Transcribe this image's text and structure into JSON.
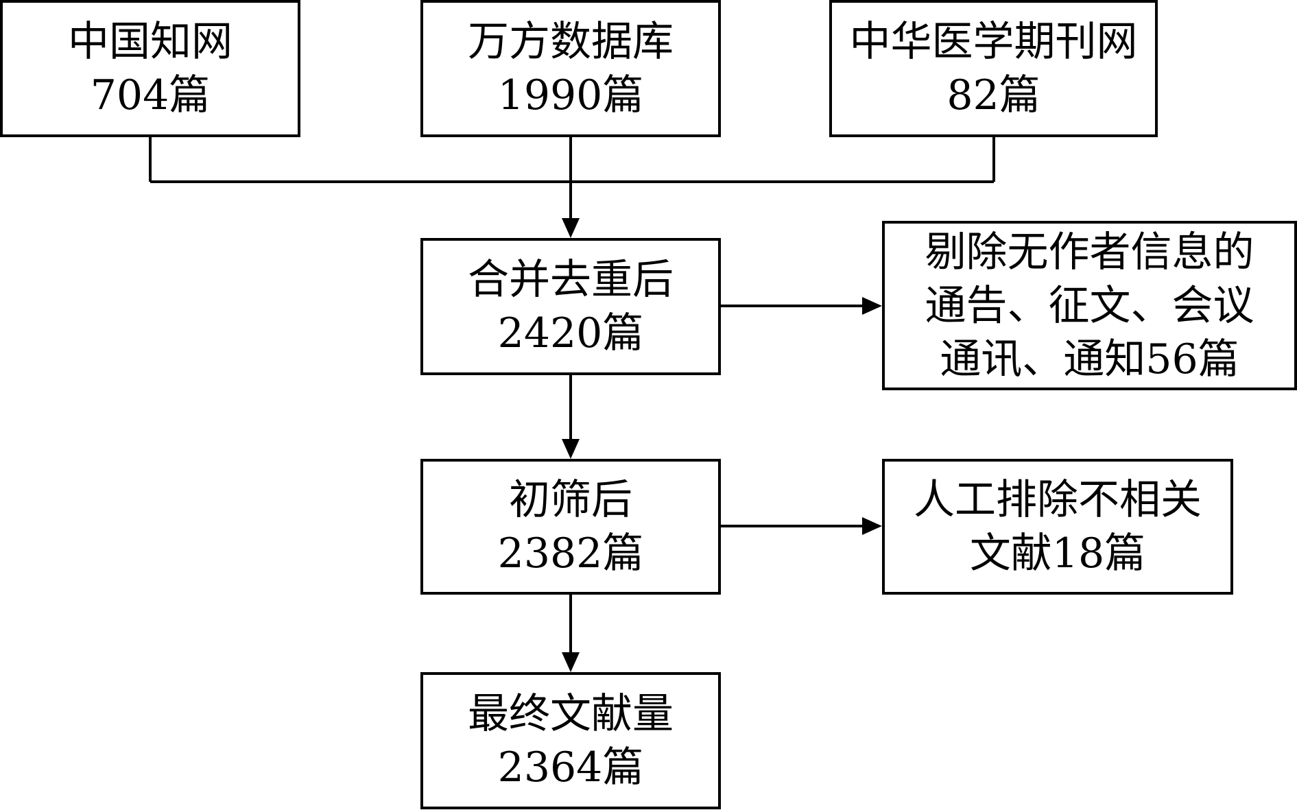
{
  "sources": [
    {
      "name": "中国知网",
      "count": "704篇"
    },
    {
      "name": "万方数据库",
      "count": "1990篇"
    },
    {
      "name": "中华医学期刊网",
      "count": "82篇"
    }
  ],
  "merged": {
    "label": "合并去重后",
    "count": "2420篇"
  },
  "excluded_1": {
    "lines": [
      "剔除无作者信息的",
      "通告、征文、会议",
      "通讯、通知56篇"
    ]
  },
  "screened": {
    "label": "初筛后",
    "count": "2382篇"
  },
  "excluded_2": {
    "lines": [
      "人工排除不相关",
      "文献18篇"
    ]
  },
  "final": {
    "label": "最终文献量",
    "count": "2364篇"
  }
}
